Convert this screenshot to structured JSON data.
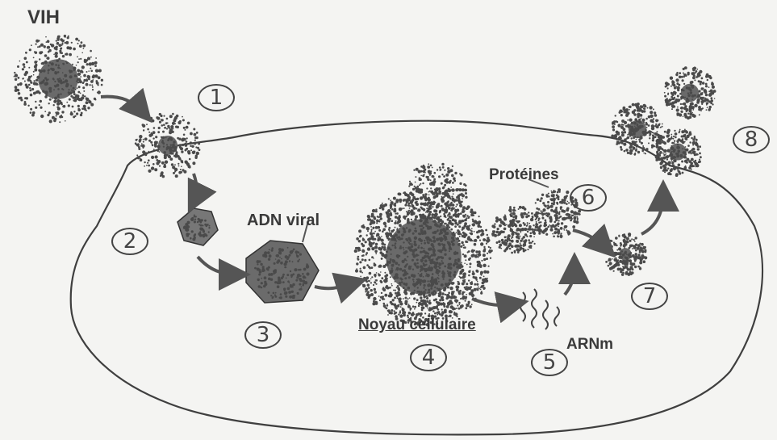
{
  "labels": {
    "virus": "VIH",
    "viral_dna": "ADN viral",
    "nucleus": "Noyau cellulaire",
    "proteins": "Protéines",
    "mrna": "ARNm"
  },
  "steps": [
    "1",
    "2",
    "3",
    "4",
    "5",
    "6",
    "7",
    "8"
  ],
  "colors": {
    "outline": "#3f3f3f",
    "dots": "#4a4a4a",
    "text": "#3a3a3a",
    "background": "#f4f4f2"
  }
}
